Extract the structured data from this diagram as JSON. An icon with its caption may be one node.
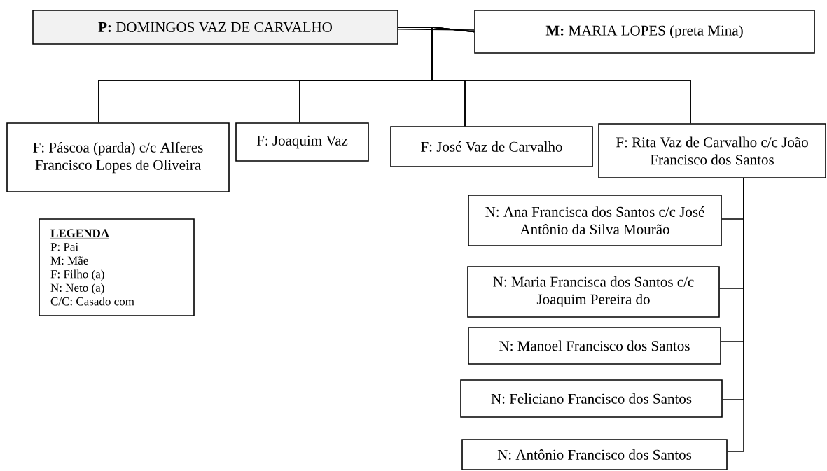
{
  "diagram": {
    "nodes": [
      {
        "text": [
          "**P:** DOMINGOS VAZ DE CARVALHO"
        ]
      },
      {
        "text": [
          "**M:** MARIA LOPES (preta Mina)"
        ]
      },
      {
        "text": [
          "F: Páscoa (parda) c/c Alferes Francisco Lopes de Oliveira"
        ]
      },
      {
        "text": [
          "F: Joaquim Vaz"
        ]
      },
      {
        "text": [
          "F: José Vaz de Carvalho"
        ]
      },
      {
        "text": [
          "F: Rita Vaz de Carvalho c/c João Francisco dos Santos"
        ]
      },
      {
        "text": [
          "N: Ana Francisca dos Santos c/c José Antônio da Silva Mourão"
        ]
      },
      {
        "text": [
          "N: Maria Francisca dos Santos c/c Joaquim Pereira do"
        ]
      },
      {
        "text": [
          "N: Manoel Francisco dos Santos"
        ]
      },
      {
        "text": [
          "N: Feliciano Francisco dos Santos"
        ]
      },
      {
        "text": [
          "N: Antônio Francisco dos Santos"
        ]
      },
      {
        "text": [
          "LEGENDA",
          "P: Pai",
          "M: Mãe",
          "F: Filho (a)",
          "N: Neto (a)",
          "C/C: Casado com"
        ]
      }
    ],
    "edges": [
      {
        "from": 0,
        "to": 1,
        "arrow": "none"
      },
      {
        "from": 0,
        "to": 2,
        "arrow": "none"
      },
      {
        "from": 0,
        "to": 3,
        "arrow": "none"
      },
      {
        "from": 0,
        "to": 4,
        "arrow": "none"
      },
      {
        "from": 0,
        "to": 5,
        "arrow": "none"
      },
      {
        "from": 1,
        "to": 2,
        "arrow": "none"
      },
      {
        "from": 1,
        "to": 3,
        "arrow": "none"
      },
      {
        "from": 1,
        "to": 4,
        "arrow": "none"
      },
      {
        "from": 1,
        "to": 5,
        "arrow": "none"
      },
      {
        "from": 5,
        "to": 6,
        "arrow": "none"
      },
      {
        "from": 5,
        "to": 7,
        "arrow": "none"
      },
      {
        "from": 5,
        "to": 8,
        "arrow": "none"
      },
      {
        "from": 5,
        "to": 9,
        "arrow": "none"
      },
      {
        "from": 5,
        "to": 10,
        "arrow": "none"
      }
    ]
  }
}
